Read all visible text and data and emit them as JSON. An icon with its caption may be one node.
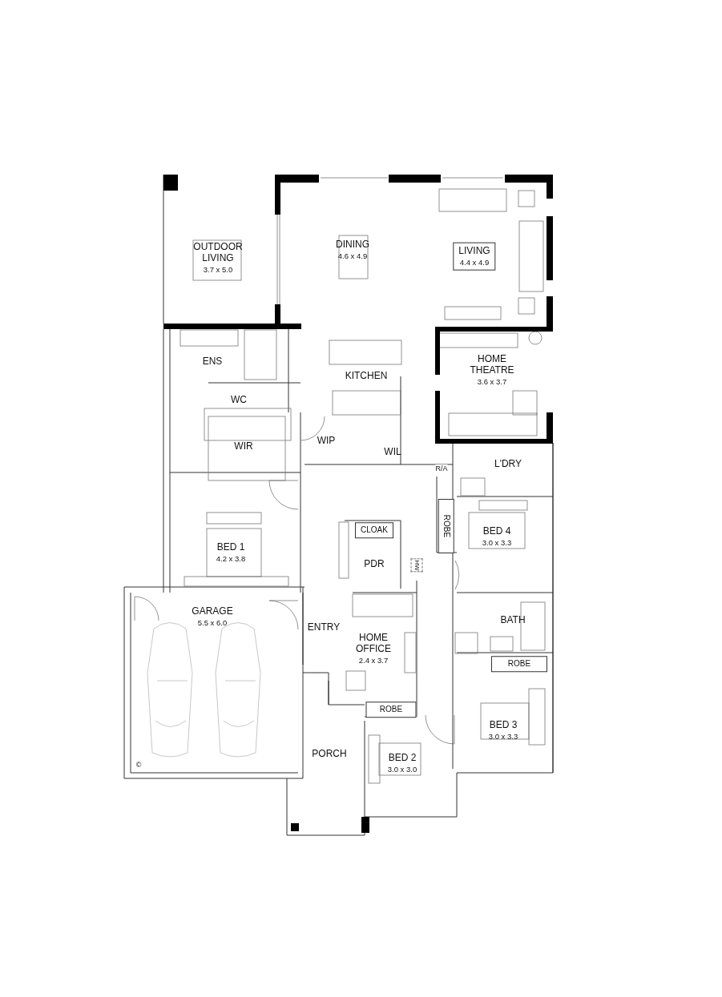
{
  "diagram": {
    "nodes": [
      {
        "text": [
          "OUTDOOR LIVING",
          "3.7 x 5.0"
        ]
      },
      {
        "text": [
          "DINING",
          "4.6 x 4.9"
        ]
      },
      {
        "text": [
          "LIVING",
          "4.4 x 4.9"
        ]
      },
      {
        "text": [
          "HOME THEATRE",
          "3.6 x 3.7"
        ]
      },
      {
        "text": [
          "KITCHEN"
        ]
      },
      {
        "text": [
          "ENS"
        ]
      },
      {
        "text": [
          "WC"
        ]
      },
      {
        "text": [
          "WIR"
        ]
      },
      {
        "text": [
          "WIP"
        ]
      },
      {
        "text": [
          "WIL"
        ]
      },
      {
        "text": [
          "L'DRY"
        ]
      },
      {
        "text": [
          "ROBE"
        ]
      },
      {
        "text": [
          "BED 4",
          "3.0 x 3.3"
        ]
      },
      {
        "text": [
          "CLOAK"
        ]
      },
      {
        "text": [
          "PDR"
        ]
      },
      {
        "text": [
          "BED 1",
          "4.2 x 3.8"
        ]
      },
      {
        "text": [
          "GARAGE",
          "5.5 x 6.0"
        ]
      },
      {
        "text": [
          "ENTRY"
        ]
      },
      {
        "text": [
          "HOME OFFICE",
          "2.4 x 3.7"
        ]
      },
      {
        "text": [
          "BATH"
        ]
      },
      {
        "text": [
          "ROBE"
        ]
      },
      {
        "text": [
          "ROBE"
        ]
      },
      {
        "text": [
          "BED 3",
          "3.0 x 3.3"
        ]
      },
      {
        "text": [
          "BED 2",
          "3.0 x 3.0"
        ]
      },
      {
        "text": [
          "PORCH"
        ]
      }
    ],
    "labels": [
      "R/A",
      "HW",
      "©"
    ]
  }
}
